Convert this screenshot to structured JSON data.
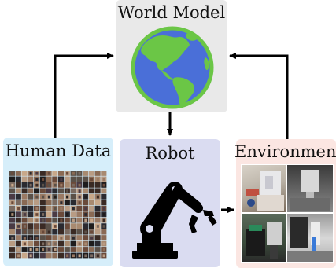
{
  "diagram": {
    "world_model": {
      "title": "World Model",
      "icon": "globe-icon"
    },
    "human_data": {
      "title": "Human Data",
      "image": "human-video-mosaic"
    },
    "robot": {
      "title": "Robot",
      "icon": "robot-arm-icon"
    },
    "environment": {
      "title": "Environment",
      "image": "robot-environment-photos"
    },
    "edges": [
      {
        "from": "human_data",
        "to": "world_model"
      },
      {
        "from": "environment",
        "to": "world_model"
      },
      {
        "from": "world_model",
        "to": "robot"
      },
      {
        "from": "robot",
        "to": "environment"
      }
    ]
  },
  "colors": {
    "world_panel": "#e9e9e9",
    "human_panel": "#d6eefa",
    "robot_panel": "#dadcf1",
    "env_panel": "#fbe6e2",
    "globe_land": "#6bc646",
    "globe_ocean": "#4a6fd8",
    "arrow": "#000000"
  }
}
